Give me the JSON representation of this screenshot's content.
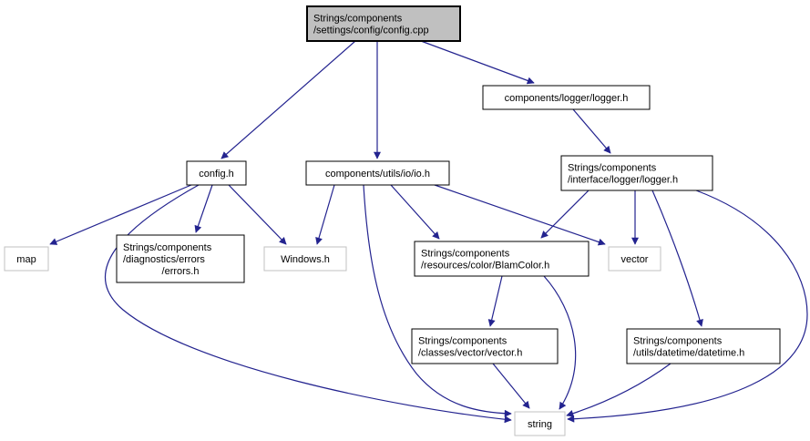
{
  "diagram": {
    "kind": "include-dependency-graph",
    "background": "#ffffff",
    "edge_color": "#23238f",
    "node_style": {
      "fill": "#ffffff",
      "text_color": "#000000",
      "main_fill": "#c0c0c0",
      "main_border": "#000000",
      "internal_border": "#000000",
      "external_border": "#c2c2c2"
    },
    "nodes": [
      {
        "id": "config_cpp",
        "kind": "main",
        "lines": [
          "Strings/components",
          "/settings/config/config.cpp"
        ]
      },
      {
        "id": "logger_h",
        "kind": "internal",
        "lines": [
          "components/logger/logger.h"
        ]
      },
      {
        "id": "config_h",
        "kind": "internal",
        "lines": [
          "config.h"
        ]
      },
      {
        "id": "io_h",
        "kind": "internal",
        "lines": [
          "components/utils/io/io.h"
        ]
      },
      {
        "id": "iface_logger_h",
        "kind": "internal",
        "lines": [
          "Strings/components",
          "/interface/logger/logger.h"
        ]
      },
      {
        "id": "map",
        "kind": "external",
        "lines": [
          "map"
        ]
      },
      {
        "id": "errors_h",
        "kind": "internal",
        "lines": [
          "Strings/components",
          "/diagnostics/errors",
          "/errors.h"
        ]
      },
      {
        "id": "windows_h",
        "kind": "external",
        "lines": [
          "Windows.h"
        ]
      },
      {
        "id": "blamcolor_h",
        "kind": "internal",
        "lines": [
          "Strings/components",
          "/resources/color/BlamColor.h"
        ]
      },
      {
        "id": "vector",
        "kind": "external",
        "lines": [
          "vector"
        ]
      },
      {
        "id": "vector_h",
        "kind": "internal",
        "lines": [
          "Strings/components",
          "/classes/vector/vector.h"
        ]
      },
      {
        "id": "datetime_h",
        "kind": "internal",
        "lines": [
          "Strings/components",
          "/utils/datetime/datetime.h"
        ]
      },
      {
        "id": "string",
        "kind": "external",
        "lines": [
          "string"
        ]
      }
    ],
    "edges": [
      {
        "from": "config_cpp",
        "to": "config_h"
      },
      {
        "from": "config_cpp",
        "to": "io_h"
      },
      {
        "from": "config_cpp",
        "to": "logger_h"
      },
      {
        "from": "logger_h",
        "to": "iface_logger_h"
      },
      {
        "from": "config_h",
        "to": "map"
      },
      {
        "from": "config_h",
        "to": "errors_h"
      },
      {
        "from": "config_h",
        "to": "windows_h"
      },
      {
        "from": "config_h",
        "to": "string"
      },
      {
        "from": "io_h",
        "to": "windows_h"
      },
      {
        "from": "io_h",
        "to": "blamcolor_h"
      },
      {
        "from": "io_h",
        "to": "vector"
      },
      {
        "from": "io_h",
        "to": "string"
      },
      {
        "from": "iface_logger_h",
        "to": "blamcolor_h"
      },
      {
        "from": "iface_logger_h",
        "to": "vector"
      },
      {
        "from": "iface_logger_h",
        "to": "datetime_h"
      },
      {
        "from": "iface_logger_h",
        "to": "string"
      },
      {
        "from": "blamcolor_h",
        "to": "vector_h"
      },
      {
        "from": "blamcolor_h",
        "to": "string"
      },
      {
        "from": "vector_h",
        "to": "string"
      },
      {
        "from": "datetime_h",
        "to": "string"
      }
    ]
  }
}
